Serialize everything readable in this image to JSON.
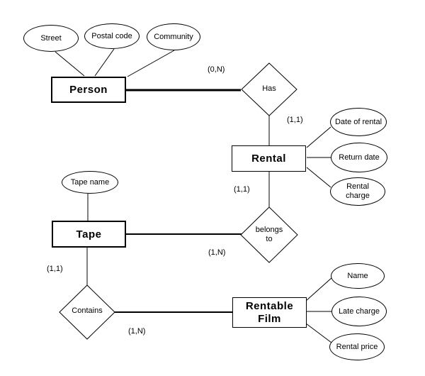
{
  "colors": {
    "ink": "#000000",
    "paper": "#ffffff"
  },
  "entities": {
    "person": "Person",
    "rental": "Rental",
    "tape": "Tape",
    "rentable_film": "Rentable\nFilm"
  },
  "relationships": {
    "has": "Has",
    "belongs_to": "belongs\nto",
    "contains": "Contains"
  },
  "attributes": {
    "street": "Street",
    "postal_code": "Postal code",
    "community": "Community",
    "date_of_rental": "Date of rental",
    "return_date": "Return date",
    "rental_charge": "Rental\ncharge",
    "tape_name": "Tape name",
    "name": "Name",
    "late_charge": "Late charge",
    "rental_price": "Rental price"
  },
  "cardinalities": {
    "person_has": "(0,N)",
    "has_rental": "(1,1)",
    "rental_belongs_to": "(1,1)",
    "tape_belongs_to": "(1,N)",
    "tape_contains": "(1,1)",
    "contains_rentable_film": "(1,N)"
  }
}
